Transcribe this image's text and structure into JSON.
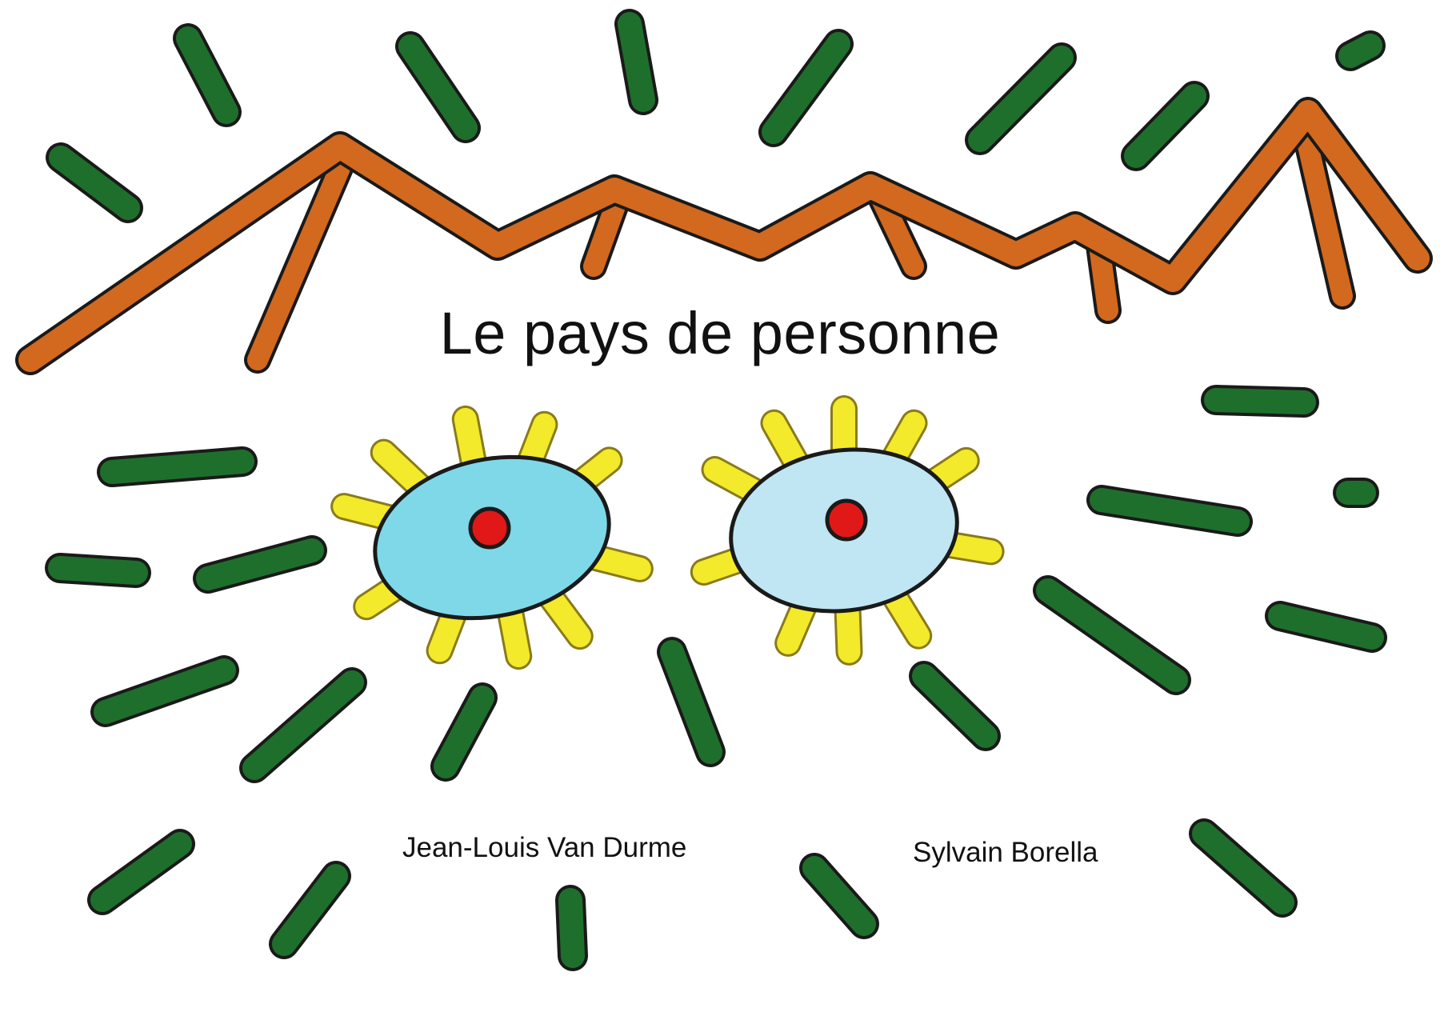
{
  "book_cover": {
    "title": "Le pays de personne",
    "authors": [
      "Jean-Louis Van Durme",
      "Sylvain Borella"
    ],
    "illustration": {
      "elements": [
        "mountain-zigzag",
        "green-dashes",
        "two-eyes-with-lashes"
      ],
      "colors": {
        "outline": "#1a1a1a",
        "green": "#1f6f2c",
        "orange": "#d2691e",
        "eye_left_blue": "#7fd8e8",
        "eye_right_blue": "#bfe6f2",
        "pupil_red": "#e01818",
        "lash_yellow": "#f2ea2a",
        "background": "#ffffff"
      }
    }
  }
}
